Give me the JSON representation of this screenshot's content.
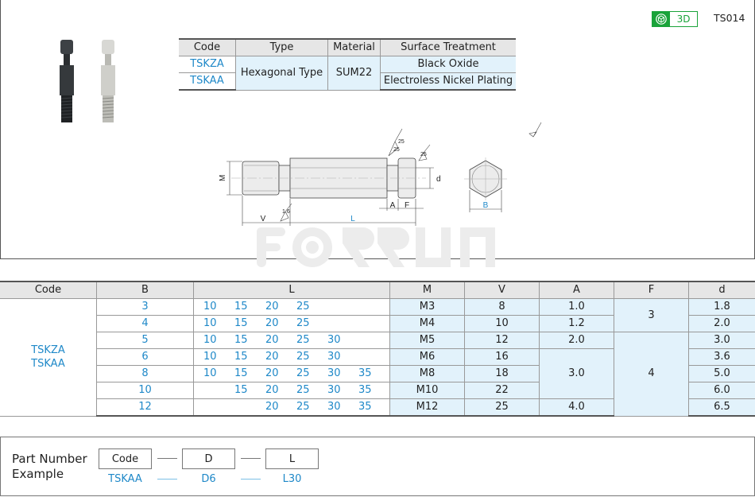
{
  "header": {
    "badge_3d_label": "3D",
    "product_code": "TS014"
  },
  "spec_table": {
    "headers": [
      "Code",
      "Type",
      "Material",
      "Surface Treatment"
    ],
    "rows": [
      {
        "code": "TSKZA",
        "surface": "Black Oxide"
      },
      {
        "code": "TSKAA",
        "surface": "Electroless Nickel Plating"
      }
    ],
    "type": "Hexagonal Type",
    "material": "SUM22"
  },
  "drawing": {
    "labels": {
      "M": "M",
      "V": "V",
      "L": "L",
      "A": "A",
      "F": "F",
      "d": "d",
      "B": "B"
    },
    "roughness": [
      "25",
      "25",
      "25",
      "1.6"
    ]
  },
  "watermark": "FORRUN",
  "dims_table": {
    "headers": [
      "Code",
      "B",
      "L",
      "M",
      "V",
      "A",
      "F",
      "d"
    ],
    "codes": [
      "TSKZA",
      "TSKAA"
    ],
    "rows": [
      {
        "B": "3",
        "L": [
          "10",
          "15",
          "20",
          "25",
          "",
          ""
        ],
        "M": "M3",
        "V": "8",
        "d": "1.8"
      },
      {
        "B": "4",
        "L": [
          "10",
          "15",
          "20",
          "25",
          "",
          ""
        ],
        "M": "M4",
        "V": "10",
        "d": "2.0"
      },
      {
        "B": "5",
        "L": [
          "10",
          "15",
          "20",
          "25",
          "30",
          ""
        ],
        "M": "M5",
        "V": "12",
        "d": "3.0"
      },
      {
        "B": "6",
        "L": [
          "10",
          "15",
          "20",
          "25",
          "30",
          ""
        ],
        "M": "M6",
        "V": "16",
        "d": "3.6"
      },
      {
        "B": "8",
        "L": [
          "10",
          "15",
          "20",
          "25",
          "30",
          "35"
        ],
        "M": "M8",
        "V": "18",
        "d": "5.0"
      },
      {
        "B": "10",
        "L": [
          "",
          "15",
          "20",
          "25",
          "30",
          "35"
        ],
        "M": "M10",
        "V": "22",
        "d": "6.0"
      },
      {
        "B": "12",
        "L": [
          "",
          "",
          "20",
          "25",
          "30",
          "35"
        ],
        "M": "M12",
        "V": "25",
        "d": "6.5"
      }
    ],
    "A_groups": [
      "1.0",
      "1.2",
      "2.0",
      "3.0",
      "4.0"
    ],
    "F_groups": [
      "3",
      "4"
    ]
  },
  "part_number": {
    "title_line1": "Part Number",
    "title_line2": "Example",
    "boxes": [
      "Code",
      "D",
      "L"
    ],
    "values": [
      "TSKAA",
      "D6",
      "L30"
    ]
  },
  "colors": {
    "accent_blue": "#1e88c8",
    "cell_blue": "#e2f2fb",
    "badge_green": "#1aa33a"
  }
}
